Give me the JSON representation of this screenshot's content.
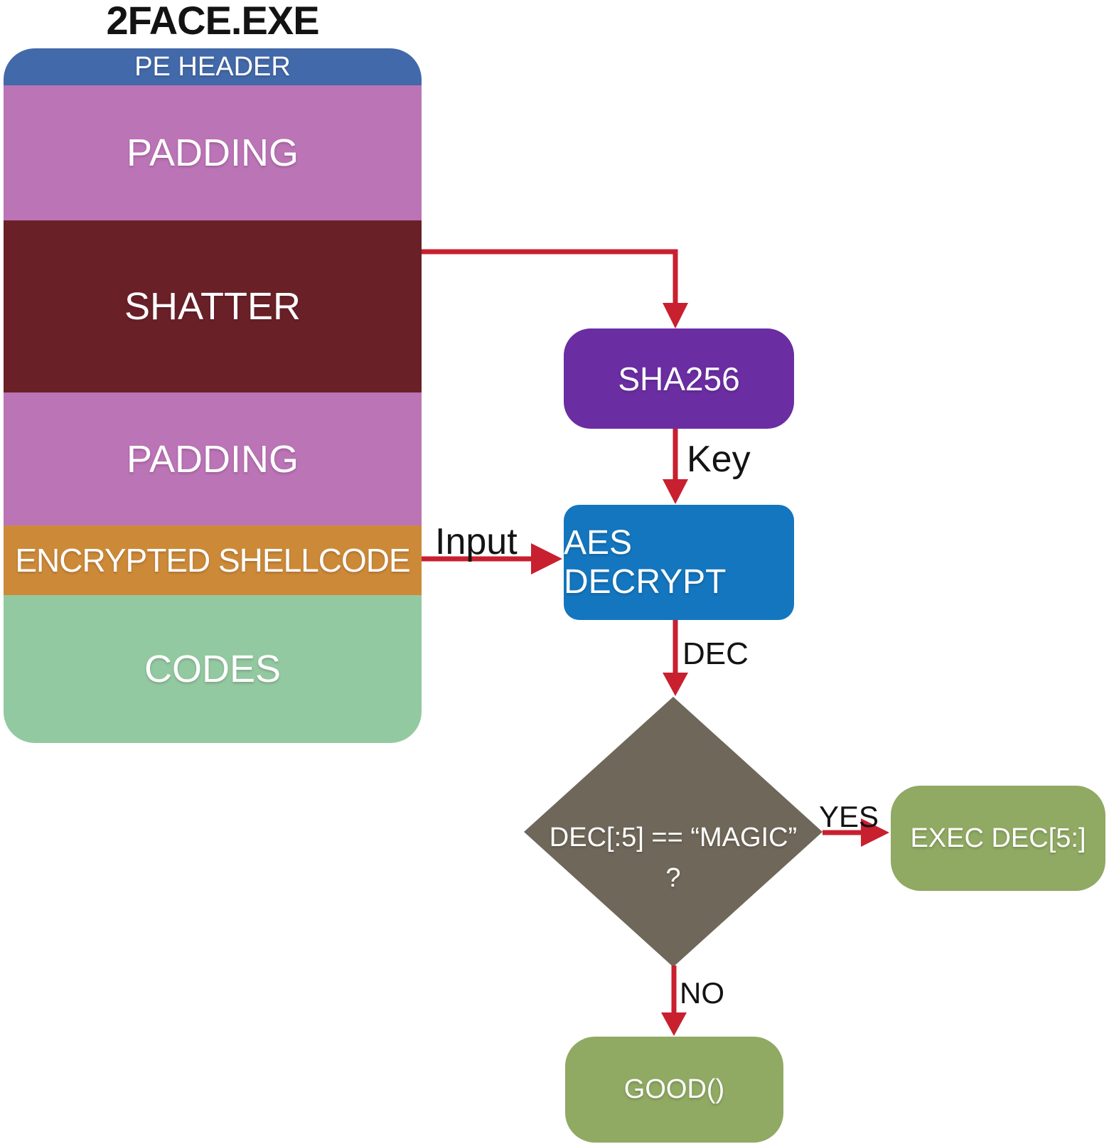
{
  "title": "2FACE.EXE",
  "pe_stack": {
    "sections": [
      {
        "label": "PE HEADER",
        "color": "#4269a9"
      },
      {
        "label": "PADDING",
        "color": "#bb74b6"
      },
      {
        "label": "SHATTER",
        "color": "#6a2027"
      },
      {
        "label": "PADDING",
        "color": "#bb74b6"
      },
      {
        "label": "ENCRYPTED SHELLCODE",
        "color": "#cc8a38"
      },
      {
        "label": "CODES",
        "color": "#93c9a0"
      }
    ]
  },
  "nodes": {
    "sha256": {
      "label": "SHA256",
      "color": "#6b2da2"
    },
    "aes_decrypt": {
      "label": "AES DECRYPT",
      "color": "#1376bf"
    },
    "decision": {
      "line1": "DEC[:5] == “MAGIC”",
      "line2": "?",
      "color": "#6f6759"
    },
    "exec_dec": {
      "label": "EXEC DEC[5:]",
      "color": "#90a963"
    },
    "good": {
      "label": "GOOD()",
      "color": "#90a963"
    }
  },
  "edge_labels": {
    "key": "Key",
    "input": "Input",
    "dec": "DEC",
    "yes": "YES",
    "no": "NO"
  },
  "colors": {
    "arrow": "#c8202f",
    "background": "#ffffff",
    "label_text": "#131313",
    "node_text": "#ffffff"
  }
}
